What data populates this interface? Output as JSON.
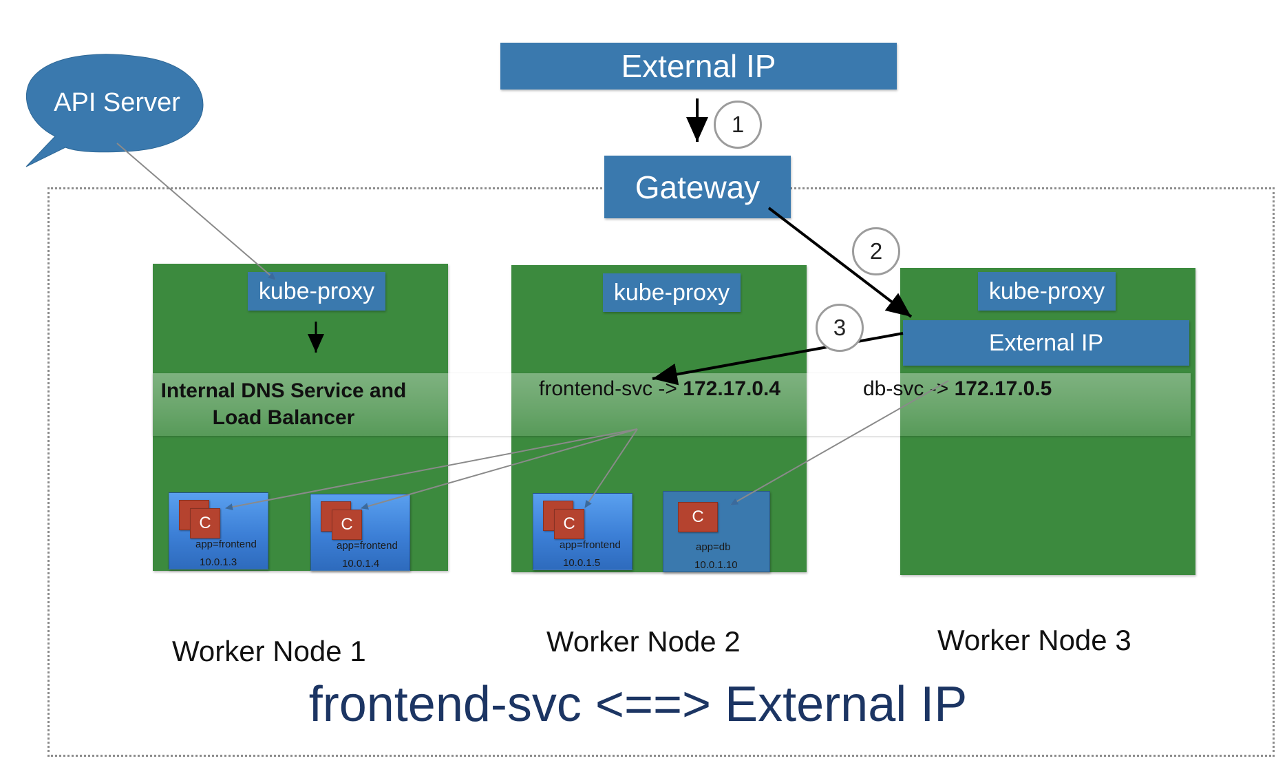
{
  "external_ip_top": {
    "label": "External IP"
  },
  "api_server": {
    "label": "API Server"
  },
  "gateway": {
    "label": "Gateway"
  },
  "steps": [
    "1",
    "2",
    "3"
  ],
  "dns_service": {
    "label": "Internal DNS Service and Load Balancer"
  },
  "nodes": [
    {
      "proxy_label": "kube-proxy",
      "name": "Worker Node 1",
      "pods": [
        {
          "container": "C",
          "label": "app=frontend",
          "ip": "10.0.1.3"
        },
        {
          "container": "C",
          "label": "app=frontend",
          "ip": "10.0.1.4"
        }
      ]
    },
    {
      "proxy_label": "kube-proxy",
      "name": "Worker Node 2",
      "pods": [
        {
          "container": "C",
          "label": "app=frontend",
          "ip": "10.0.1.5"
        },
        {
          "container": "C",
          "label": "app=db",
          "ip": "10.0.1.10"
        }
      ]
    },
    {
      "proxy_label": "kube-proxy",
      "name": "Worker Node 3",
      "external_ip_label": "External IP"
    }
  ],
  "services": [
    {
      "name": "frontend-svc",
      "arrow": "->",
      "ip": "172.17.0.4"
    },
    {
      "name": "db-svc",
      "arrow": "->",
      "ip": "172.17.0.5"
    }
  ],
  "caption": "frontend-svc <==> External IP",
  "colors": {
    "node_green": "#3c8a3e",
    "box_blue": "#3a79ae",
    "pod_blue": "#3c7fd6",
    "container_red": "#b5432f",
    "caption_navy": "#1c3563"
  }
}
